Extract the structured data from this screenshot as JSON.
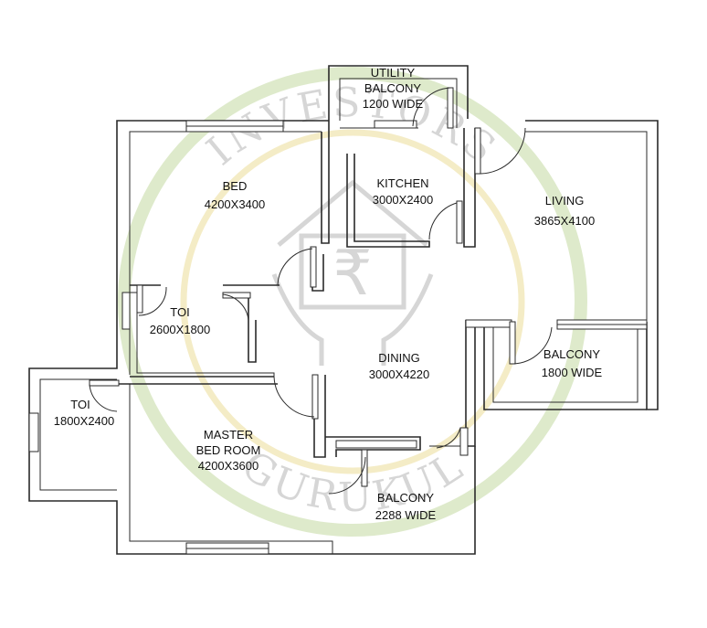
{
  "watermark": {
    "text_top": "INVESTORS",
    "text_bottom": "GURUKUL",
    "symbol": "₹",
    "ring_outer_color": "#c8dca8",
    "ring_inner_color": "#ecdfa0"
  },
  "rooms": {
    "utility": {
      "name": "UTILITY",
      "line2": "BALCONY",
      "dim": "1200 WIDE"
    },
    "kitchen": {
      "name": "KITCHEN",
      "dim": "3000X2400"
    },
    "bed": {
      "name": "BED",
      "dim": "4200X3400"
    },
    "living": {
      "name": "LIVING",
      "dim": "3865X4100"
    },
    "toi_1": {
      "name": "TOI",
      "dim": "2600X1800"
    },
    "dining": {
      "name": "DINING",
      "dim": "3000X4220"
    },
    "balcony_1": {
      "name": "BALCONY",
      "dim": "1800 WIDE"
    },
    "toi_2": {
      "name": "TOI",
      "dim": "1800X2400"
    },
    "master": {
      "name": "MASTER",
      "line2": "BED ROOM",
      "dim": "4200X3600"
    },
    "balcony_2": {
      "name": "BALCONY",
      "dim": "2288 WIDE"
    }
  }
}
